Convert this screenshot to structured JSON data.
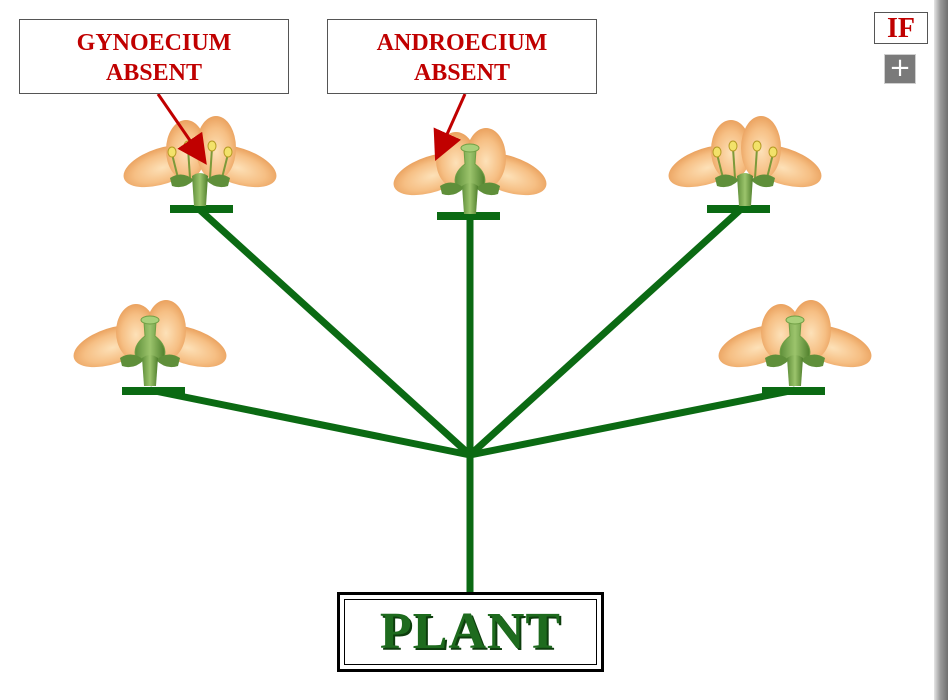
{
  "labels": {
    "gynoecium": {
      "line1": "GYNOECIUM",
      "line2": "ABSENT"
    },
    "androecium": {
      "line1": "ANDROECIUM",
      "line2": "ABSENT"
    }
  },
  "badge": {
    "text": "IF"
  },
  "plus": {
    "text": "+"
  },
  "root": {
    "text": "PLANT"
  },
  "colors": {
    "stem": "#0b6a13",
    "petal": "#f6bf84",
    "label_text": "#c00000",
    "plant_text": "#1e6b1e",
    "arrow": "#c00000"
  },
  "flowers": [
    {
      "name": "flower-top-left",
      "type": "male"
    },
    {
      "name": "flower-top-center",
      "type": "female"
    },
    {
      "name": "flower-top-right",
      "type": "male"
    },
    {
      "name": "flower-middle-left",
      "type": "female"
    },
    {
      "name": "flower-middle-right",
      "type": "female"
    }
  ]
}
